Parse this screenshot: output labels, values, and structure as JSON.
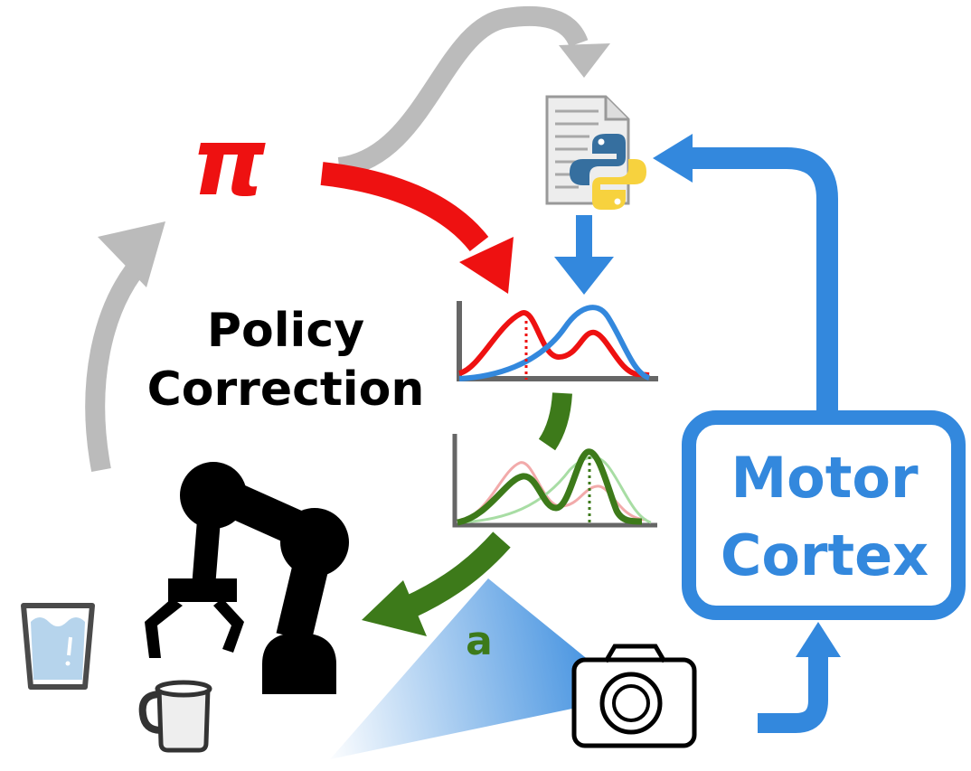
{
  "labels": {
    "pi": "π",
    "policy_line1": "Policy",
    "policy_line2": "Correction",
    "motor_line1": "Motor",
    "motor_line2": "Cortex",
    "action": "a"
  },
  "colors": {
    "red": "#ee1111",
    "blue": "#3388dd",
    "green": "#3d7a1a",
    "gray": "#bbbbbb",
    "black": "#000000",
    "axis": "#666666",
    "python_blue": "#366f9f",
    "python_yellow": "#f7d23e"
  },
  "icons": [
    "python-script-icon",
    "robot-arm-icon",
    "water-glass-icon",
    "mug-icon",
    "camera-icon"
  ]
}
